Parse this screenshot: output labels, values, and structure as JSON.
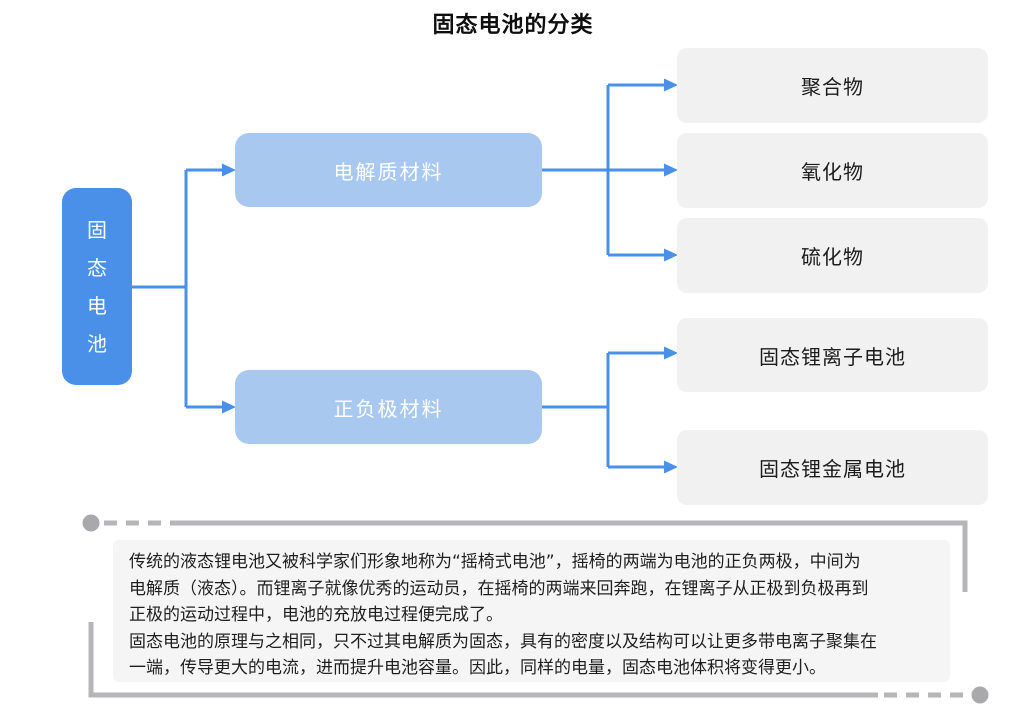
{
  "title": "固态电池的分类",
  "colors": {
    "root_blue": "#4a90e8",
    "branch_blue": "#a9c8f0",
    "leaf_gray": "#f1f1f2",
    "line_blue": "#4a90e8",
    "decor_gray": "#b6b6b9",
    "note_bg": "#f5f5f6"
  },
  "tree": {
    "root": {
      "label": "固态电池"
    },
    "branches": [
      {
        "label": "电解质材料",
        "children": [
          "聚合物",
          "氧化物",
          "硫化物"
        ]
      },
      {
        "label": "正负极材料",
        "children": [
          "固态锂离子电池",
          "固态锂金属电池"
        ]
      }
    ]
  },
  "note": {
    "lines": [
      "传统的液态锂电池又被科学家们形象地称为“摇椅式电池”，摇椅的两端为电池的正负两极，中间为",
      "电解质（液态）。而锂离子就像优秀的运动员，在摇椅的两端来回奔跑，在锂离子从正极到负极再到",
      "正极的运动过程中，电池的充放电过程便完成了。",
      "固态电池的原理与之相同，只不过其电解质为固态，具有的密度以及结构可以让更多带电离子聚集在",
      "一端，传导更大的电流，进而提升电池容量。因此，同样的电量，固态电池体积将变得更小。"
    ]
  }
}
